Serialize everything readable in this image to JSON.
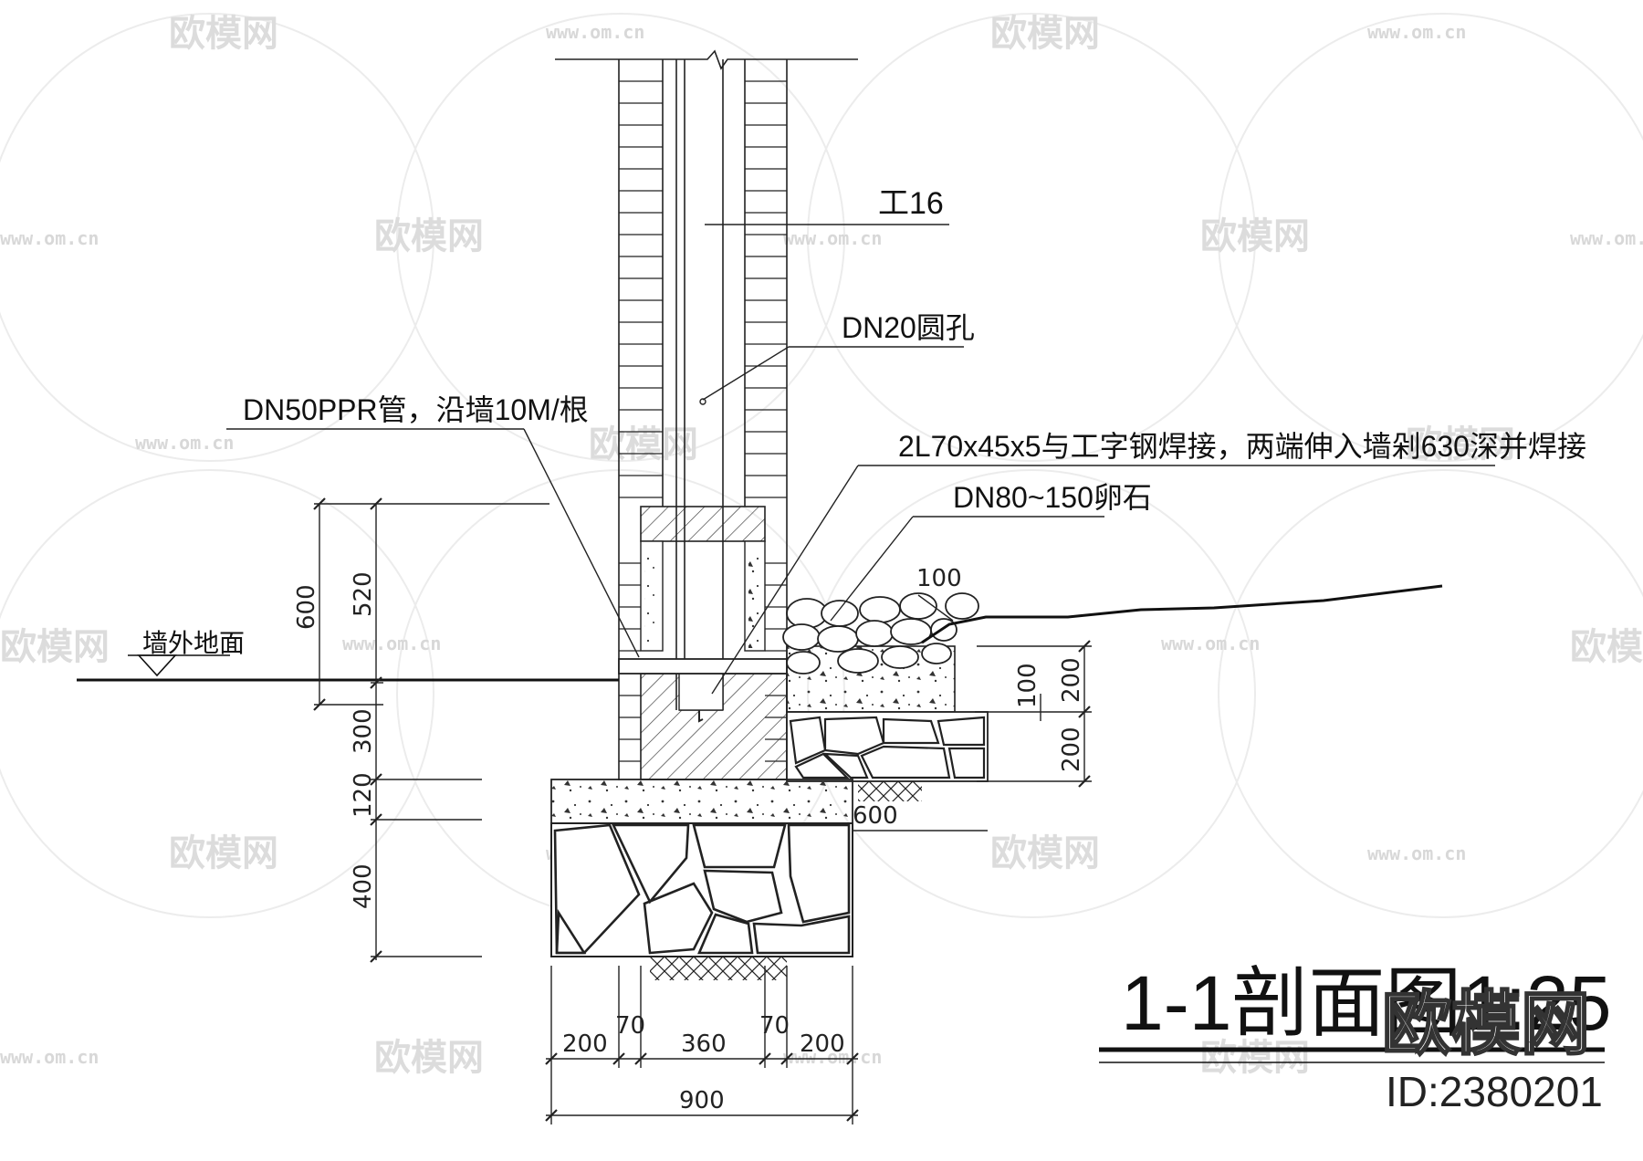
{
  "watermark": {
    "brand": "欧模网",
    "url": "www.om.cn"
  },
  "labels": {
    "i_beam": "工16",
    "round_hole": "DN20圆孔",
    "ppr_pipe": "DN50PPR管，沿墙10M/根",
    "angle_steel": "2L70x45x5与工字钢焊接，两端伸入墙剁630深并焊接",
    "pebbles": "DN80~150卵石",
    "ground": "墙外地面"
  },
  "dimensions": {
    "left": [
      "600",
      "520",
      "300",
      "120",
      "400"
    ],
    "right": [
      "100",
      "200",
      "100",
      "200"
    ],
    "footing_step": "600",
    "bottom": [
      "200",
      "70",
      "360",
      "70",
      "200"
    ],
    "total": "900"
  },
  "title": {
    "section": "1-1剖面图",
    "scale": "1:25"
  },
  "stamp": {
    "brand": "欧模网",
    "id": "ID:2380201"
  }
}
